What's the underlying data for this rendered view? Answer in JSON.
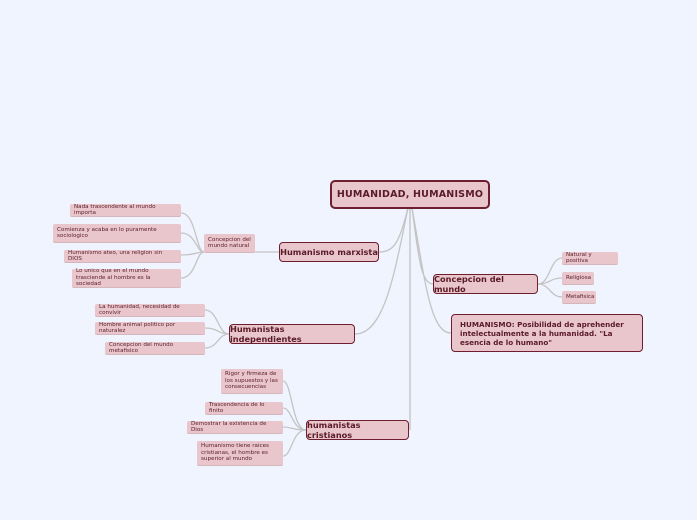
{
  "root": {
    "label": "HUMANIDAD, HUMANISMO"
  },
  "branches": {
    "marxista": {
      "label": "Humanismo marxista",
      "sub": {
        "label": "Concepcion del mundo natural",
        "items": [
          "Nada trascendente al mundo importa",
          "Comienza y acaba en lo puramente sociologico",
          "Humanismo ateo, una religion sin DIOS",
          "Lo unico que en el mundo trasciende al hombre es la sociedad"
        ]
      }
    },
    "independientes": {
      "label": "Humanistas independientes",
      "items": [
        "La humanidad, necesidad de convivir",
        "Hombre animal politico por naturalez",
        "Concepcion del mundo metafisico"
      ]
    },
    "cristianos": {
      "label": "humanistas cristianos",
      "items": [
        "Rigor y firmeza de los supuestos y las consecuencias",
        "Trascendencia de lo finito",
        "Demostrar la existencia de Dios",
        "Humanismo tiene raices cristianas, el hombre es superior al mundo"
      ]
    },
    "concepcion": {
      "label": "Concepcion del mundo",
      "items": [
        "Natural y positiva",
        "Religiosa",
        "Metafisica"
      ]
    },
    "definicion": {
      "label": "HUMANISMO: Posibilidad de aprehender intelectualmente a la humanidad. \"La esencia de lo humano\""
    }
  },
  "colors": {
    "background": "#f0f4fe",
    "node_fill": "#e8c6cc",
    "node_border": "#6e1e2e",
    "text": "#5a1a26",
    "connector": "#bdbdbd"
  }
}
